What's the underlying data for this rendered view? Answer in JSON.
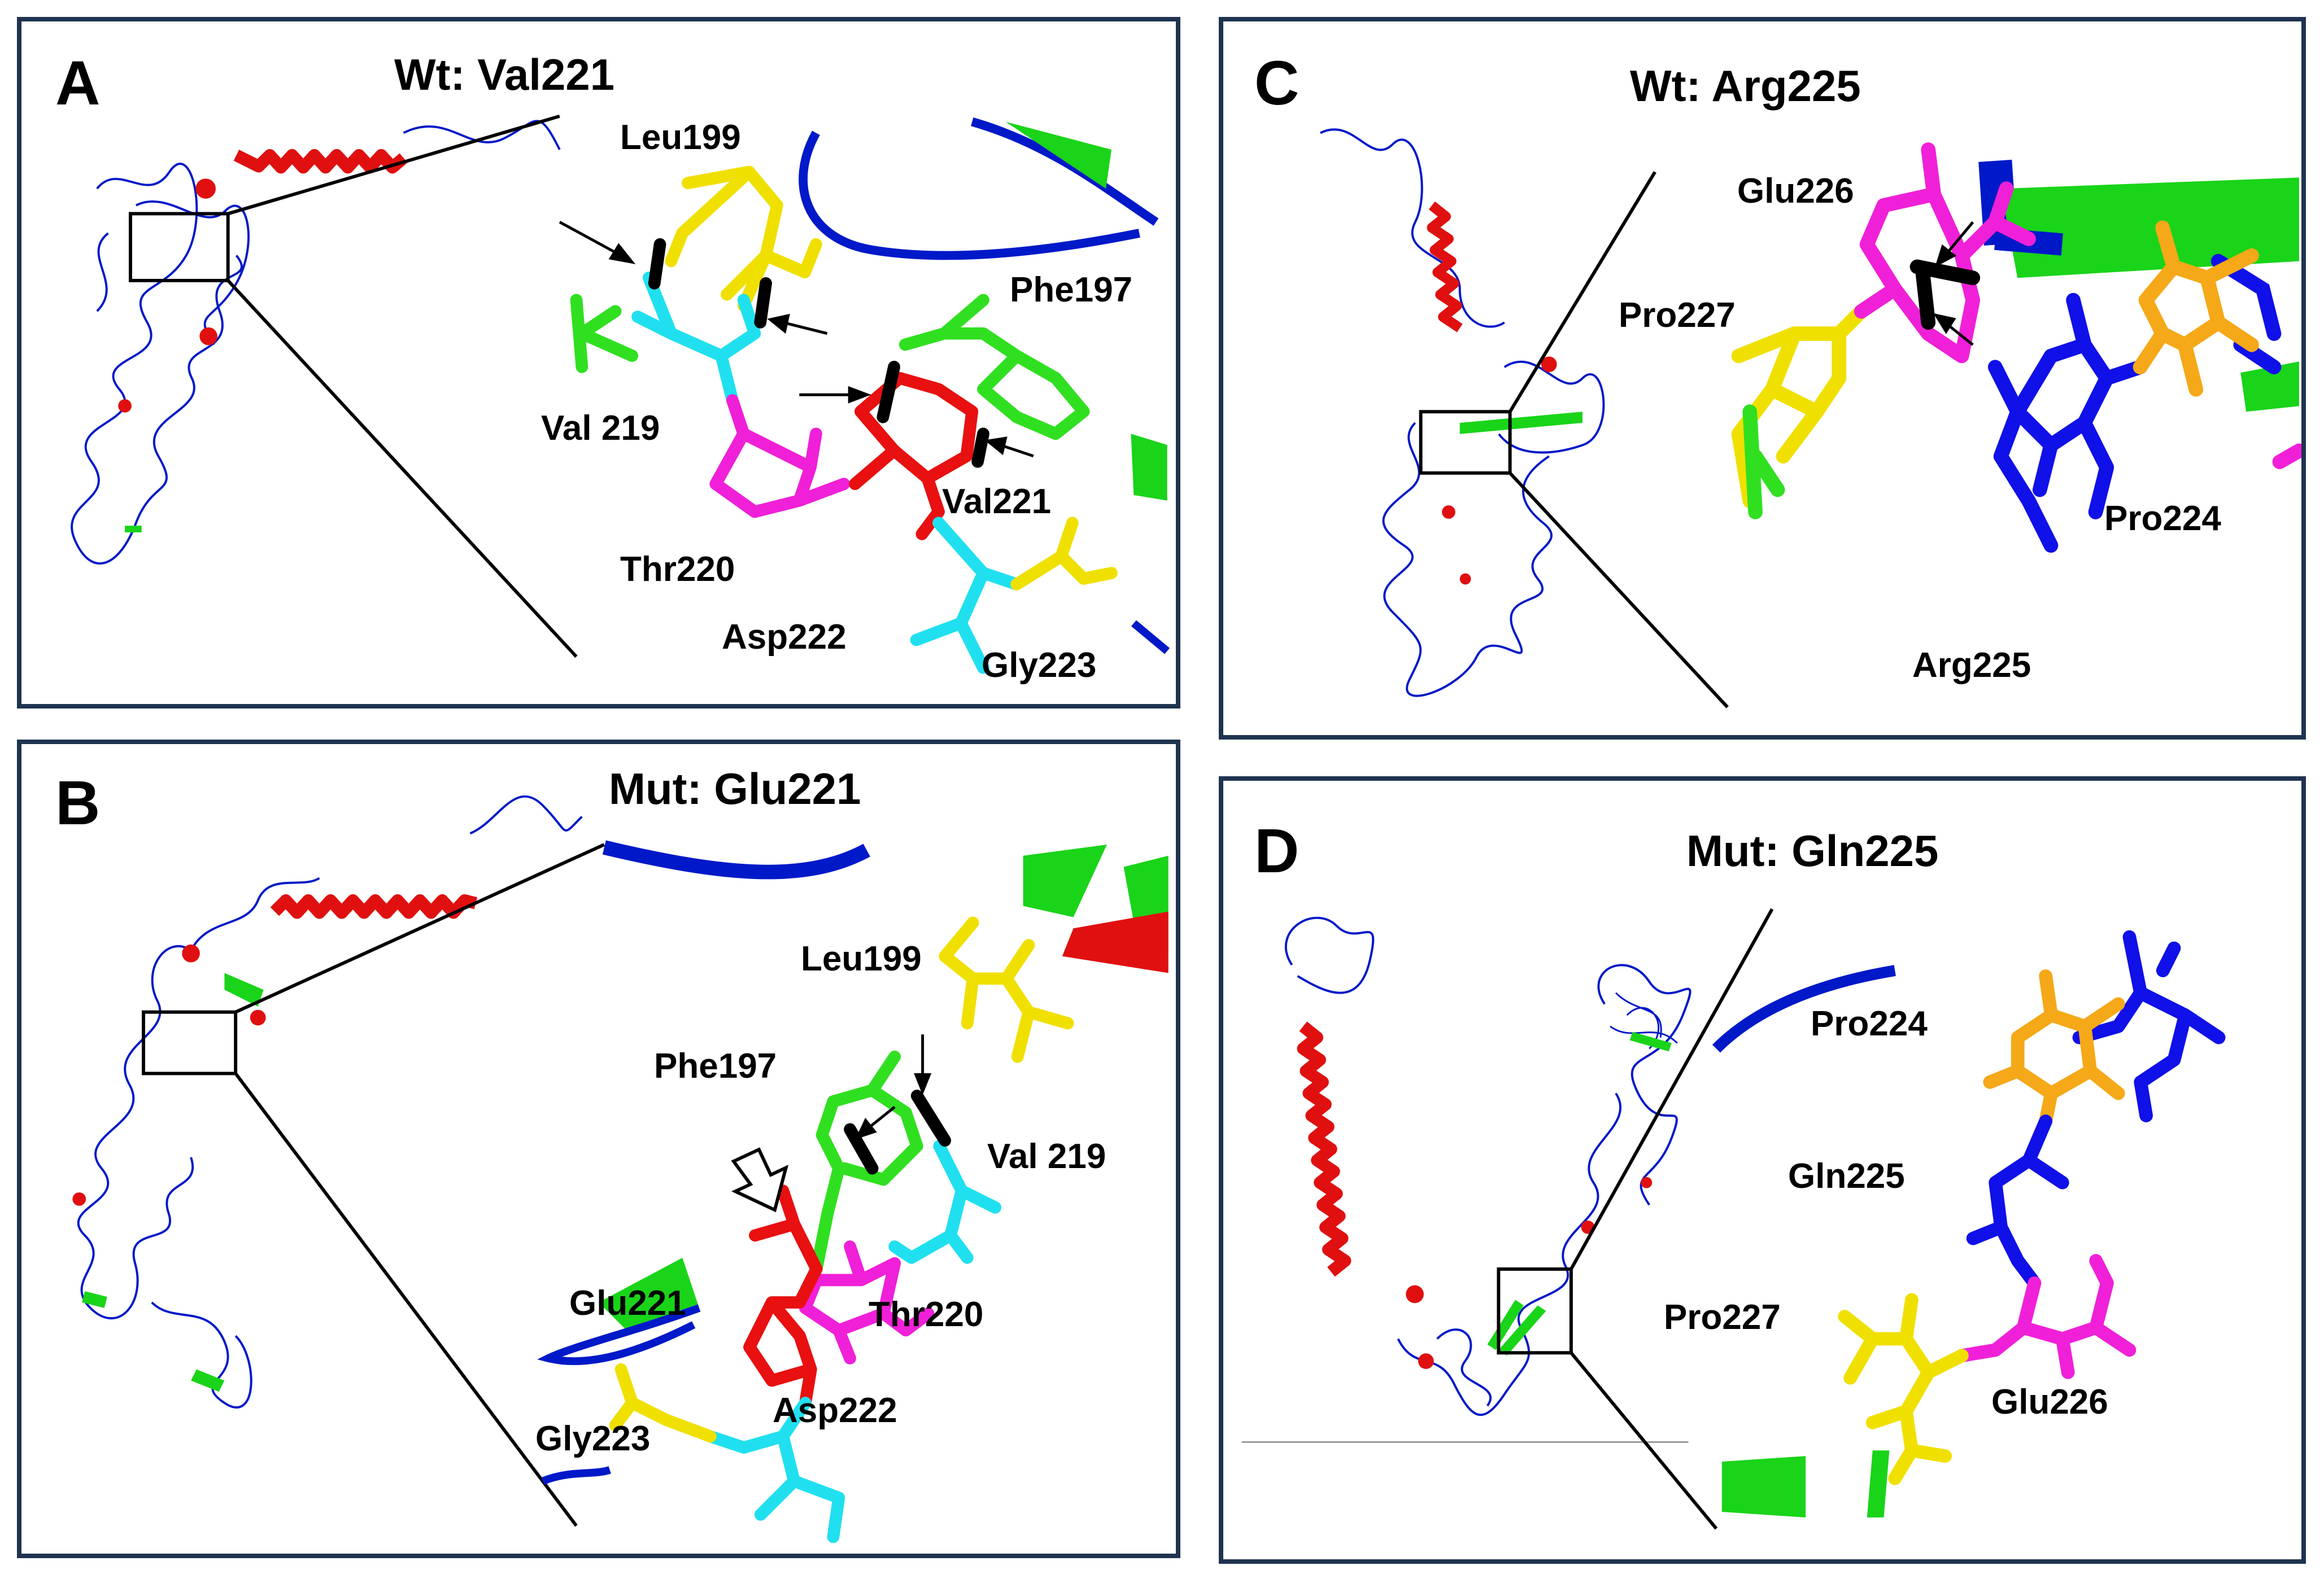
{
  "panels": {
    "A": {
      "letter": "A",
      "title": "Wt: Val221",
      "labels": [
        "Leu199",
        "Phe197",
        "Val 219",
        "Val221",
        "Thr220",
        "Asp222",
        "Gly223"
      ]
    },
    "B": {
      "letter": "B",
      "title": "Mut: Glu221",
      "labels": [
        "Leu199",
        "Phe197",
        "Val 219",
        "Glu221",
        "Thr220",
        "Gly223",
        "Asp222"
      ]
    },
    "C": {
      "letter": "C",
      "title": "Wt: Arg225",
      "labels": [
        "Glu226",
        "Pro227",
        "Pro224",
        "Arg225"
      ]
    },
    "D": {
      "letter": "D",
      "title": "Mut: Gln225",
      "labels": [
        "Pro224",
        "Gln225",
        "Pro227",
        "Glu226"
      ]
    }
  },
  "colors": {
    "frame": "#1f3350",
    "backbone": "#0019c8",
    "helix": "#e01010",
    "sheet": "#19d419",
    "yellow": "#f0e000",
    "cyan": "#20e0f0",
    "magenta": "#f020d8",
    "red": "#e81010",
    "green": "#30e020",
    "orange": "#f5a818",
    "blue": "#1010e8",
    "bond": "#000000"
  }
}
